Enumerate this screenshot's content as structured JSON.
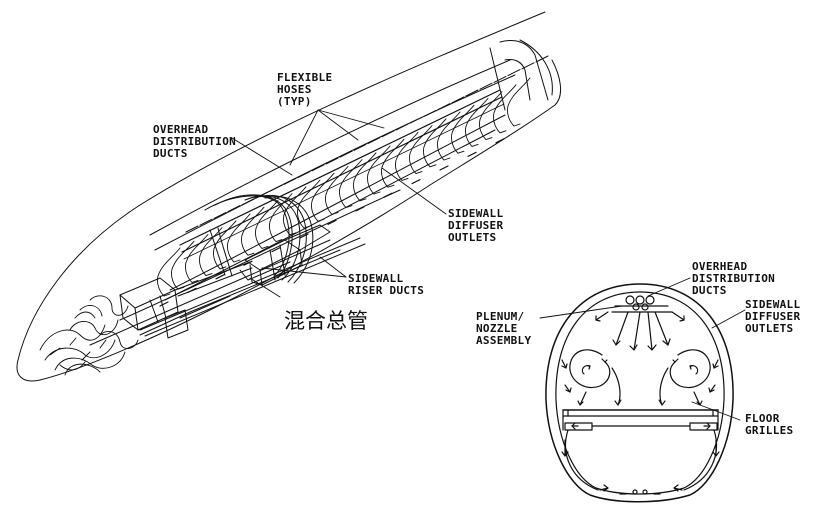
{
  "labels": {
    "flexible_hoses": [
      "FLEXIBLE",
      "HOSES",
      "(TYP)"
    ],
    "overhead_left": [
      "OVERHEAD",
      "DISTRIBUTION",
      "DUCTS"
    ],
    "sidewall_diffuser_left": [
      "SIDEWALL",
      "DIFFUSER",
      "OUTLETS"
    ],
    "sidewall_riser": [
      "SIDEWALL",
      "RISER DUCTS"
    ],
    "mix_manifold_cn": "混合总管",
    "overhead_right": [
      "OVERHEAD",
      "DISTRIBUTION",
      "DUCTS"
    ],
    "plenum_nozzle": [
      "PLENUM/",
      "NOZZLE",
      "ASSEMBLY"
    ],
    "sidewall_diffuser_right": [
      "SIDEWALL",
      "DIFFUSER",
      "OUTLETS"
    ],
    "floor_grilles": [
      "FLOOR",
      "GRILLES"
    ]
  },
  "colors": {
    "ink": "#111111",
    "background": "#ffffff"
  }
}
